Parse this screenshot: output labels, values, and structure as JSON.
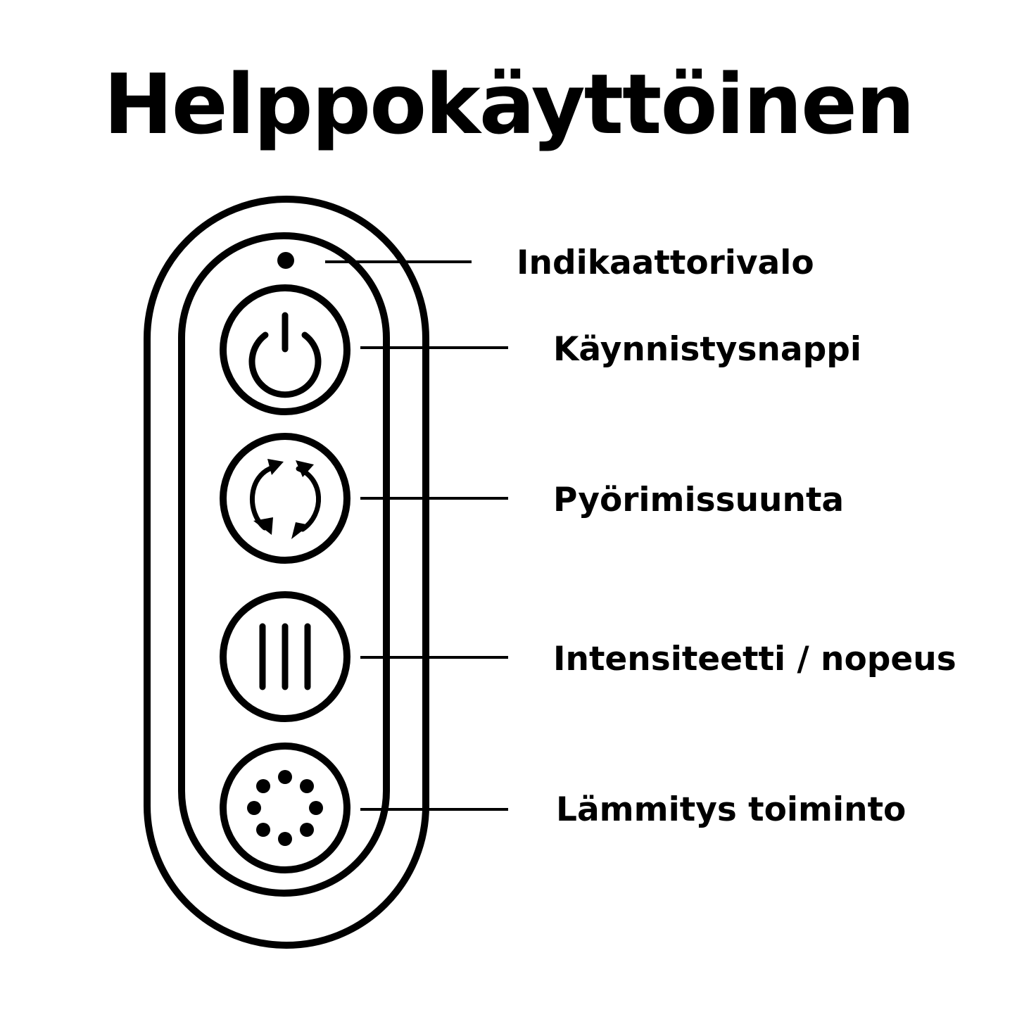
{
  "title": "Helppokäyttöinen",
  "colors": {
    "ink": "#000000",
    "background": "#ffffff"
  },
  "remote": {
    "indicator": {
      "label": "Indikaattorivalo",
      "icon": "indicator-light-dot"
    },
    "buttons": [
      {
        "label": "Käynnistysnappi",
        "icon": "power-icon"
      },
      {
        "label": "Pyörimissuunta",
        "icon": "rotation-arrows-icon"
      },
      {
        "label": "Intensiteetti / nopeus",
        "icon": "intensity-bars-icon"
      },
      {
        "label": "Lämmitys toiminto",
        "icon": "heating-dots-icon"
      }
    ]
  }
}
